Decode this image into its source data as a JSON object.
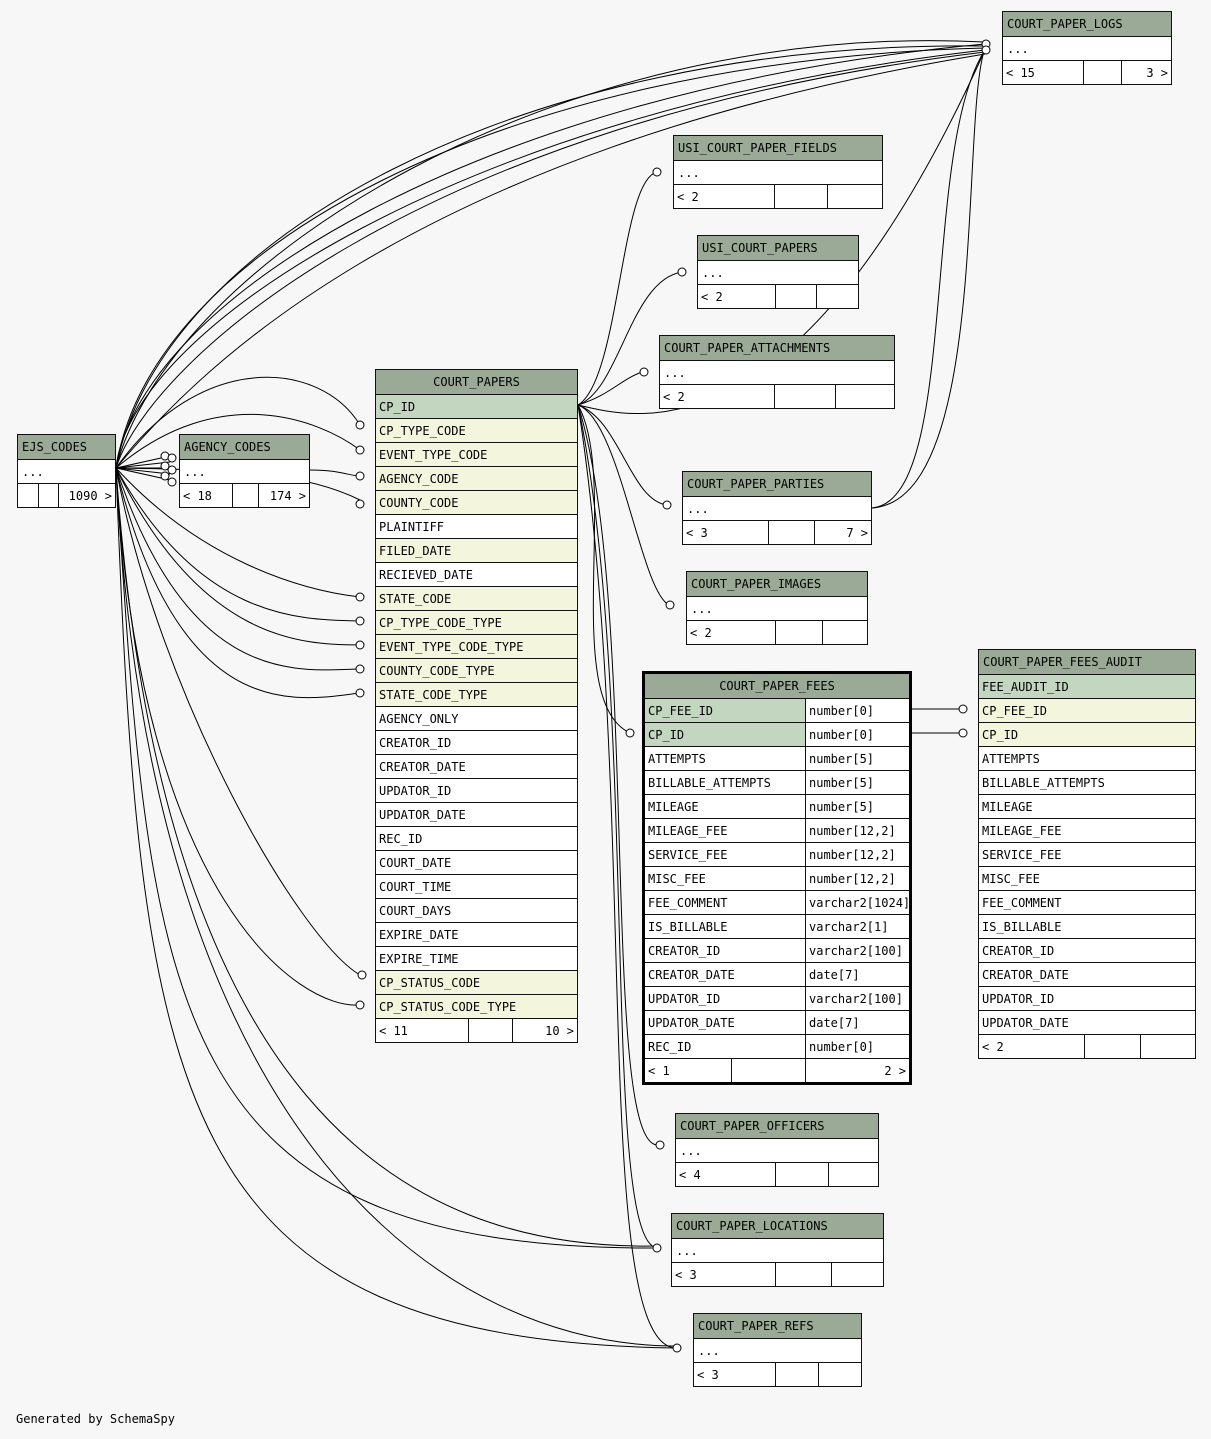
{
  "credit": "Generated by SchemaSpy",
  "tables": {
    "court_paper_logs": {
      "name": "COURT_PAPER_LOGS",
      "ellipsis": "...",
      "footer": [
        "< 15",
        "",
        "3 >"
      ]
    },
    "usi_court_paper_fields": {
      "name": "USI_COURT_PAPER_FIELDS",
      "ellipsis": "...",
      "footer": [
        "< 2",
        "",
        ""
      ]
    },
    "usi_court_papers": {
      "name": "USI_COURT_PAPERS",
      "ellipsis": "...",
      "footer": [
        "< 2",
        "",
        ""
      ]
    },
    "court_paper_attachments": {
      "name": "COURT_PAPER_ATTACHMENTS",
      "ellipsis": "...",
      "footer": [
        "< 2",
        "",
        ""
      ]
    },
    "court_paper_parties": {
      "name": "COURT_PAPER_PARTIES",
      "ellipsis": "...",
      "footer": [
        "< 3",
        "",
        "7 >"
      ]
    },
    "court_paper_images": {
      "name": "COURT_PAPER_IMAGES",
      "ellipsis": "...",
      "footer": [
        "< 2",
        "",
        ""
      ]
    },
    "ejs_codes": {
      "name": "EJS_CODES",
      "ellipsis": "...",
      "footer": [
        "",
        "",
        "1090 >"
      ]
    },
    "agency_codes": {
      "name": "AGENCY_CODES",
      "ellipsis": "...",
      "footer": [
        "< 18",
        "",
        "174 >"
      ]
    },
    "court_paper_officers": {
      "name": "COURT_PAPER_OFFICERS",
      "ellipsis": "...",
      "footer": [
        "< 4",
        "",
        ""
      ]
    },
    "court_paper_locations": {
      "name": "COURT_PAPER_LOCATIONS",
      "ellipsis": "...",
      "footer": [
        "< 3",
        "",
        ""
      ]
    },
    "court_paper_refs": {
      "name": "COURT_PAPER_REFS",
      "ellipsis": "...",
      "footer": [
        "< 3",
        "",
        ""
      ]
    },
    "court_papers": {
      "name": "COURT_PAPERS",
      "columns": [
        {
          "name": "CP_ID",
          "kind": "pk"
        },
        {
          "name": "CP_TYPE_CODE",
          "kind": "fk"
        },
        {
          "name": "EVENT_TYPE_CODE",
          "kind": "fk"
        },
        {
          "name": "AGENCY_CODE",
          "kind": "fk"
        },
        {
          "name": "COUNTY_CODE",
          "kind": "fk"
        },
        {
          "name": "PLAINTIFF",
          "kind": ""
        },
        {
          "name": "FILED_DATE",
          "kind": "fk"
        },
        {
          "name": "RECIEVED_DATE",
          "kind": ""
        },
        {
          "name": "STATE_CODE",
          "kind": "fk"
        },
        {
          "name": "CP_TYPE_CODE_TYPE",
          "kind": "fk"
        },
        {
          "name": "EVENT_TYPE_CODE_TYPE",
          "kind": "fk"
        },
        {
          "name": "COUNTY_CODE_TYPE",
          "kind": "fk"
        },
        {
          "name": "STATE_CODE_TYPE",
          "kind": "fk"
        },
        {
          "name": "AGENCY_ONLY",
          "kind": ""
        },
        {
          "name": "CREATOR_ID",
          "kind": ""
        },
        {
          "name": "CREATOR_DATE",
          "kind": ""
        },
        {
          "name": "UPDATOR_ID",
          "kind": ""
        },
        {
          "name": "UPDATOR_DATE",
          "kind": ""
        },
        {
          "name": "REC_ID",
          "kind": ""
        },
        {
          "name": "COURT_DATE",
          "kind": ""
        },
        {
          "name": "COURT_TIME",
          "kind": ""
        },
        {
          "name": "COURT_DAYS",
          "kind": ""
        },
        {
          "name": "EXPIRE_DATE",
          "kind": ""
        },
        {
          "name": "EXPIRE_TIME",
          "kind": ""
        },
        {
          "name": "CP_STATUS_CODE",
          "kind": "fk"
        },
        {
          "name": "CP_STATUS_CODE_TYPE",
          "kind": "fk"
        }
      ],
      "footer": [
        "< 11",
        "",
        "10 >"
      ]
    },
    "court_paper_fees": {
      "name": "COURT_PAPER_FEES",
      "columns": [
        {
          "name": "CP_FEE_ID",
          "type": "number[0]",
          "kind": "pk"
        },
        {
          "name": "CP_ID",
          "type": "number[0]",
          "kind": "pk"
        },
        {
          "name": "ATTEMPTS",
          "type": "number[5]",
          "kind": ""
        },
        {
          "name": "BILLABLE_ATTEMPTS",
          "type": "number[5]",
          "kind": ""
        },
        {
          "name": "MILEAGE",
          "type": "number[5]",
          "kind": ""
        },
        {
          "name": "MILEAGE_FEE",
          "type": "number[12,2]",
          "kind": ""
        },
        {
          "name": "SERVICE_FEE",
          "type": "number[12,2]",
          "kind": ""
        },
        {
          "name": "MISC_FEE",
          "type": "number[12,2]",
          "kind": ""
        },
        {
          "name": "FEE_COMMENT",
          "type": "varchar2[1024]",
          "kind": ""
        },
        {
          "name": "IS_BILLABLE",
          "type": "varchar2[1]",
          "kind": ""
        },
        {
          "name": "CREATOR_ID",
          "type": "varchar2[100]",
          "kind": ""
        },
        {
          "name": "CREATOR_DATE",
          "type": "date[7]",
          "kind": ""
        },
        {
          "name": "UPDATOR_ID",
          "type": "varchar2[100]",
          "kind": ""
        },
        {
          "name": "UPDATOR_DATE",
          "type": "date[7]",
          "kind": ""
        },
        {
          "name": "REC_ID",
          "type": "number[0]",
          "kind": ""
        }
      ],
      "footer": [
        "< 1",
        "",
        "2 >"
      ]
    },
    "court_paper_fees_audit": {
      "name": "COURT_PAPER_FEES_AUDIT",
      "columns": [
        {
          "name": "FEE_AUDIT_ID",
          "kind": "pk"
        },
        {
          "name": "CP_FEE_ID",
          "kind": "fk"
        },
        {
          "name": "CP_ID",
          "kind": "fk"
        },
        {
          "name": "ATTEMPTS",
          "kind": ""
        },
        {
          "name": "BILLABLE_ATTEMPTS",
          "kind": ""
        },
        {
          "name": "MILEAGE",
          "kind": ""
        },
        {
          "name": "MILEAGE_FEE",
          "kind": ""
        },
        {
          "name": "SERVICE_FEE",
          "kind": ""
        },
        {
          "name": "MISC_FEE",
          "kind": ""
        },
        {
          "name": "FEE_COMMENT",
          "kind": ""
        },
        {
          "name": "IS_BILLABLE",
          "kind": ""
        },
        {
          "name": "CREATOR_ID",
          "kind": ""
        },
        {
          "name": "CREATOR_DATE",
          "kind": ""
        },
        {
          "name": "UPDATOR_ID",
          "kind": ""
        },
        {
          "name": "UPDATOR_DATE",
          "kind": ""
        }
      ],
      "footer": [
        "< 2",
        "",
        ""
      ]
    }
  }
}
